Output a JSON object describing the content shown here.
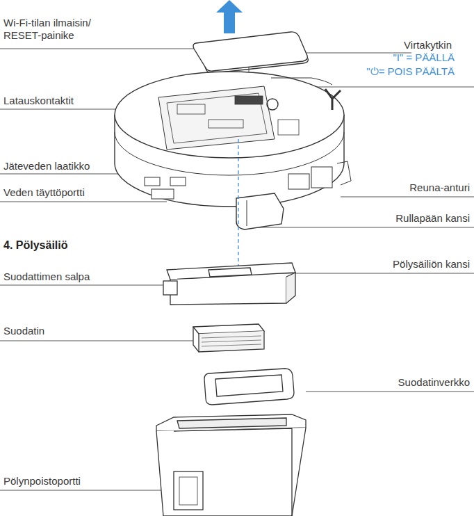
{
  "diagram": {
    "title": "4. Pölysäiliö",
    "labels": [
      "Wi-Fi-tilan ilmaisin/ RESET-painike",
      "Virtakytkin",
      "\"I\" = PÄÄLLÄ",
      "\"⏻= POIS PÄÄLTÄ",
      "Latauskontaktit",
      "Jäteveden laatikko",
      "Veden täyttöportti",
      "Reuna-anturi",
      "Rullapään kansi",
      "Suodattimen salpa",
      "Pölysäiliön kansi",
      "Suodatin",
      "Suodatinverkko",
      "Pölynpoistoportti"
    ]
  }
}
